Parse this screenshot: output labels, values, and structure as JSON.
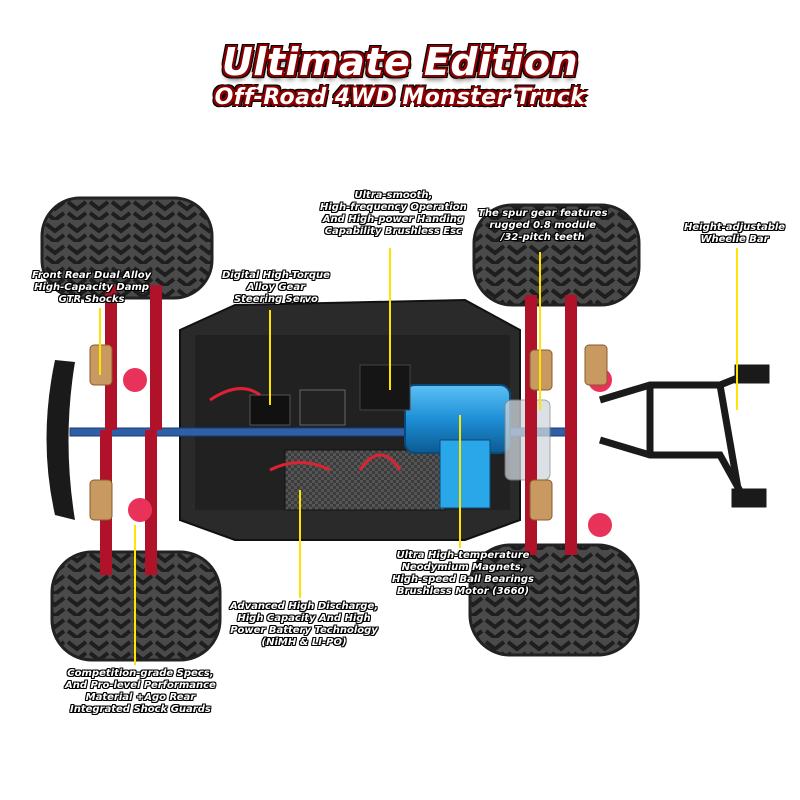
{
  "header": {
    "title": "Ultimate Edition",
    "subtitle": "Off-Road 4WD Monster Truck"
  },
  "callouts": {
    "esc": [
      "Ultra-smooth,",
      "High-frequency Operation",
      "And High-power Handing",
      "Capability Brushless Esc"
    ],
    "spur_gear": [
      "The spur gear features",
      "rugged 0.8 module",
      "/32-pitch teeth"
    ],
    "wheelie_bar": [
      "Height-adjustable",
      "Wheelie Bar"
    ],
    "shocks": [
      "Front Rear Dual Alloy",
      "High-Capacity Damp",
      "GTR Shocks"
    ],
    "servo": [
      "Digital High-Torque",
      "Alloy Gear",
      "Steering Servo"
    ],
    "motor": [
      "Ultra High-temperature",
      "Neodymium Magnets,",
      "High-speed Ball Bearings",
      "Brushless Motor (3660)"
    ],
    "battery": [
      "Advanced High Discharge,",
      "High Capacity And High",
      "Power Battery Technology",
      "(NiMH & LI-PO)"
    ],
    "specs": [
      "Competition-grade Specs,",
      "And Pro-level Performance",
      "Material +Ago Rear",
      "Integrated Shock Guards"
    ]
  },
  "colors": {
    "leader_line": "#ffe400",
    "chassis": "#2a2a2a",
    "alloy_red": "#b0122a",
    "motor_blue": "#1e8fd6",
    "tire": "#3a3a3a"
  }
}
